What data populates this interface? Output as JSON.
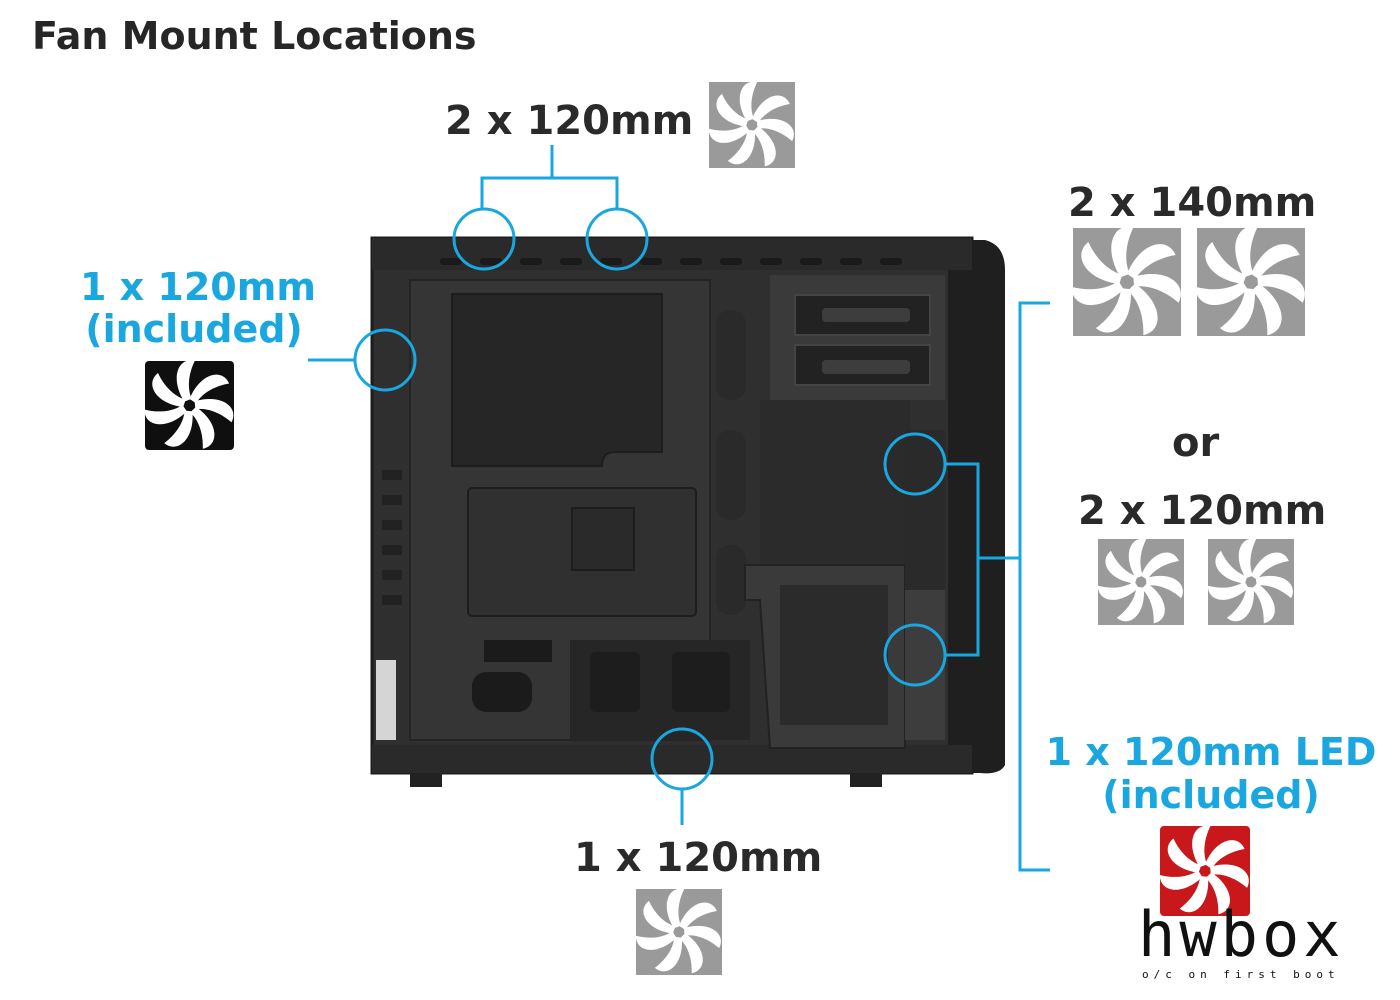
{
  "title": "Fan Mount Locations",
  "accent_color": "#1aa7e0",
  "mounts": {
    "top": {
      "label": "2 x 120mm",
      "icon": "grey-fan-icon"
    },
    "rear": {
      "label_line1": "1 x 120mm",
      "label_line2": "(included)",
      "icon": "black-fan-icon"
    },
    "front_140": {
      "label": "2 x 140mm",
      "icon": "grey-fan-icon"
    },
    "or_text": "or",
    "front_120": {
      "label": "2 x 120mm",
      "icon": "grey-fan-icon"
    },
    "front_led": {
      "label_line1": "1 x 120mm LED",
      "label_line2": "(included)",
      "icon": "red-fan-icon"
    },
    "bottom": {
      "label": "1 x 120mm",
      "icon": "grey-fan-icon"
    }
  },
  "watermark": {
    "brand": "hwbox",
    "tagline": "o/c on first boot"
  }
}
